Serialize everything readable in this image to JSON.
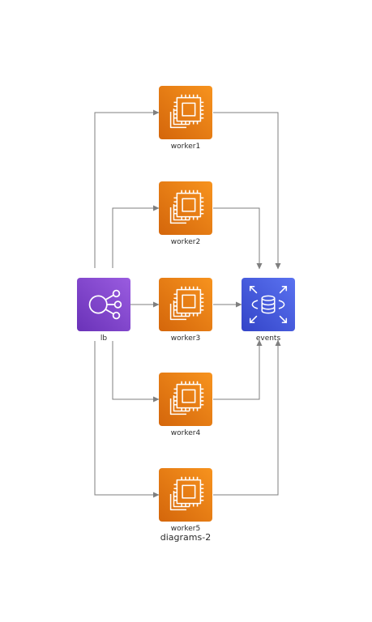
{
  "title": "diagrams-2",
  "colors": {
    "ec2_light": "#f7931e",
    "ec2_dark": "#d4660b",
    "elb_light": "#9a5ce0",
    "elb_dark": "#6a32b8",
    "db_light": "#5a72f0",
    "db_dark": "#3344c8",
    "edge": "#7f7f7f",
    "icon_stroke": "#ffffff"
  },
  "nodes": [
    {
      "id": "lb",
      "label": "lb",
      "icon": "load-balancer-icon"
    },
    {
      "id": "worker1",
      "label": "worker1",
      "icon": "ec2-instance-icon"
    },
    {
      "id": "worker2",
      "label": "worker2",
      "icon": "ec2-instance-icon"
    },
    {
      "id": "worker3",
      "label": "worker3",
      "icon": "ec2-instance-icon"
    },
    {
      "id": "worker4",
      "label": "worker4",
      "icon": "ec2-instance-icon"
    },
    {
      "id": "worker5",
      "label": "worker5",
      "icon": "ec2-instance-icon"
    },
    {
      "id": "events",
      "label": "events",
      "icon": "database-icon"
    }
  ],
  "edges": [
    {
      "from": "lb",
      "to": "worker1"
    },
    {
      "from": "lb",
      "to": "worker2"
    },
    {
      "from": "lb",
      "to": "worker3"
    },
    {
      "from": "lb",
      "to": "worker4"
    },
    {
      "from": "lb",
      "to": "worker5"
    },
    {
      "from": "worker1",
      "to": "events"
    },
    {
      "from": "worker2",
      "to": "events"
    },
    {
      "from": "worker3",
      "to": "events"
    },
    {
      "from": "worker4",
      "to": "events"
    },
    {
      "from": "worker5",
      "to": "events"
    }
  ]
}
